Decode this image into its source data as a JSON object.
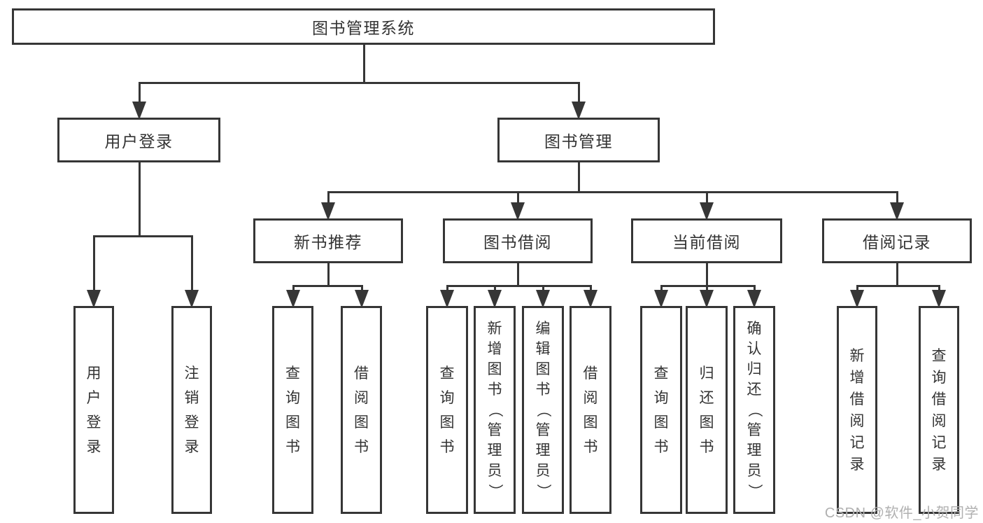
{
  "nodes": [
    {
      "id": "root",
      "label": "图书管理系统",
      "parent": null,
      "text_direction": "horizontal"
    },
    {
      "id": "user-login",
      "label": "用户登录",
      "parent": "root",
      "text_direction": "horizontal"
    },
    {
      "id": "book-mgmt",
      "label": "图书管理",
      "parent": "root",
      "text_direction": "horizontal"
    },
    {
      "id": "new-book-rec",
      "label": "新书推荐",
      "parent": "book-mgmt",
      "text_direction": "horizontal"
    },
    {
      "id": "book-borrow",
      "label": "图书借阅",
      "parent": "book-mgmt",
      "text_direction": "horizontal"
    },
    {
      "id": "current-borrow",
      "label": "当前借阅",
      "parent": "book-mgmt",
      "text_direction": "horizontal"
    },
    {
      "id": "borrow-record",
      "label": "借阅记录",
      "parent": "book-mgmt",
      "text_direction": "horizontal"
    },
    {
      "id": "login",
      "label": "用户登录",
      "parent": "user-login",
      "text_direction": "vertical"
    },
    {
      "id": "logout",
      "label": "注销登录",
      "parent": "user-login",
      "text_direction": "vertical"
    },
    {
      "id": "query-book-rec",
      "label": "查询图书",
      "parent": "new-book-rec",
      "text_direction": "vertical"
    },
    {
      "id": "borrow-book-rec",
      "label": "借阅图书",
      "parent": "new-book-rec",
      "text_direction": "vertical"
    },
    {
      "id": "query-book-borrow",
      "label": "查询图书",
      "parent": "book-borrow",
      "text_direction": "vertical"
    },
    {
      "id": "add-book",
      "label": "新增图书（管理员）",
      "parent": "book-borrow",
      "text_direction": "vertical"
    },
    {
      "id": "edit-book",
      "label": "编辑图书（管理员）",
      "parent": "book-borrow",
      "text_direction": "vertical"
    },
    {
      "id": "borrow-book",
      "label": "借阅图书",
      "parent": "book-borrow",
      "text_direction": "vertical"
    },
    {
      "id": "query-book-cur",
      "label": "查询图书",
      "parent": "current-borrow",
      "text_direction": "vertical"
    },
    {
      "id": "return-book",
      "label": "归还图书",
      "parent": "current-borrow",
      "text_direction": "vertical"
    },
    {
      "id": "confirm-return",
      "label": "确认归还（管理员）",
      "parent": "current-borrow",
      "text_direction": "vertical"
    },
    {
      "id": "add-borrow-record",
      "label": "新增借阅记录",
      "parent": "borrow-record",
      "text_direction": "vertical"
    },
    {
      "id": "query-borrow-record",
      "label": "查询借阅记录",
      "parent": "borrow-record",
      "text_direction": "vertical"
    }
  ],
  "watermark": {
    "text": "CSDN @软件_小贺同学"
  },
  "colors": {
    "line": "#363636",
    "box_border": "#363636",
    "text": "#333333",
    "watermark": "#b0b0b0",
    "background": "#ffffff"
  }
}
